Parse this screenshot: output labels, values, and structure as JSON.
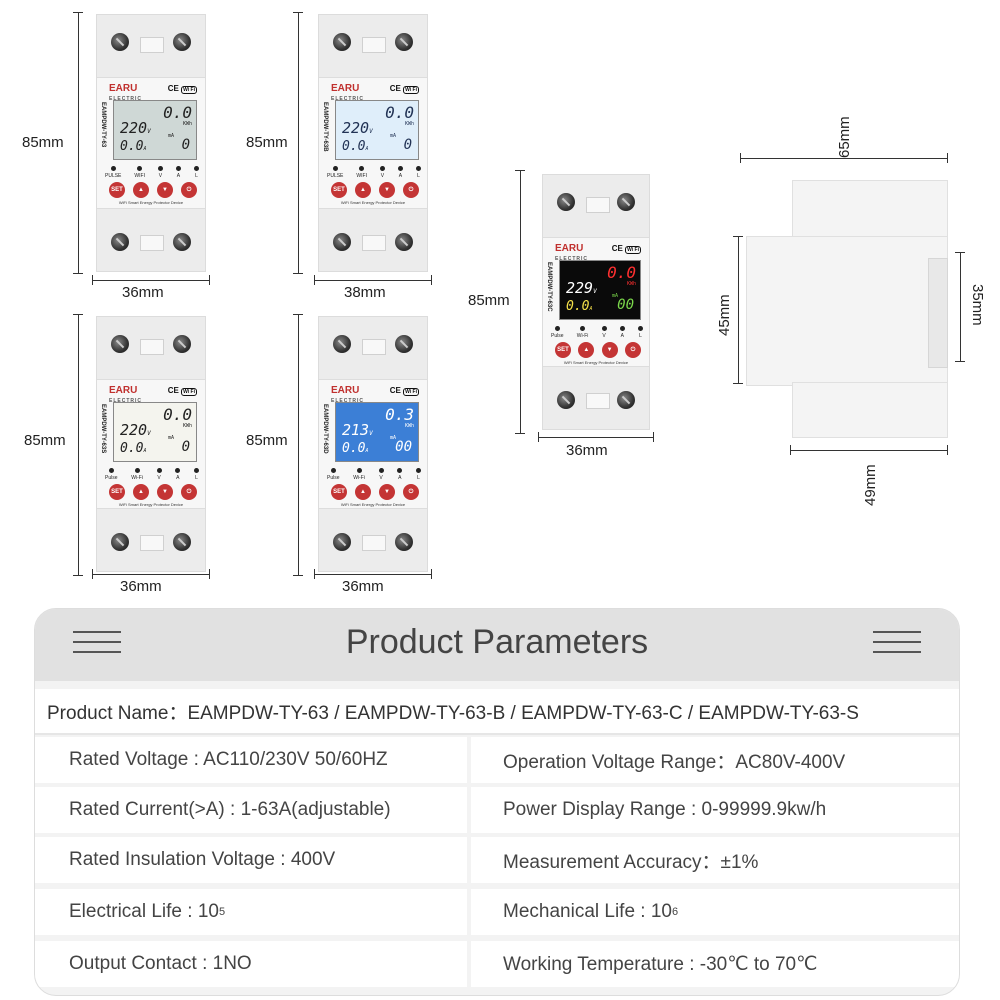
{
  "devices": [
    {
      "id": "d1",
      "model": "EAMPDW-TY-63",
      "lcd_bg": "#cfd8d6",
      "lcd_fg": "#222222",
      "energy": "0.0",
      "energy_unit": "KWh",
      "voltage": "220",
      "current": "0.0",
      "leak": "0",
      "led_labels": [
        "PULSE",
        "WIFI",
        "V",
        "A",
        "L"
      ],
      "height_label": "85mm",
      "width_label": "36mm"
    },
    {
      "id": "d2",
      "model": "EAMPDW-TY-63B",
      "lcd_bg": "#dfeefa",
      "lcd_fg": "#223355",
      "energy": "0.0",
      "energy_unit": "KWh",
      "voltage": "220",
      "current": "0.0",
      "leak": "0",
      "led_labels": [
        "PULSE",
        "WIFI",
        "V",
        "A",
        "L"
      ],
      "height_label": "85mm",
      "width_label": "38mm"
    },
    {
      "id": "d3",
      "model": "EAMPDW-TY-63S",
      "lcd_bg": "#f4f4ee",
      "lcd_fg": "#222222",
      "energy": "0.0",
      "energy_unit": "KWh",
      "voltage": "220",
      "current": "0.0",
      "leak": "0",
      "led_labels": [
        "Pulse",
        "Wi-Fi",
        "V",
        "A",
        "L"
      ],
      "height_label": "85mm",
      "width_label": "36mm"
    },
    {
      "id": "d4",
      "model": "EAMPDW-TY-63D",
      "lcd_bg": "#3c7fd6",
      "lcd_fg": "#ffffff",
      "energy": "0.3",
      "energy_unit": "KWh",
      "voltage": "213",
      "current": "0.0",
      "leak": "00",
      "led_labels": [
        "Pulse",
        "Wi-Fi",
        "V",
        "A",
        "L"
      ],
      "height_label": "85mm",
      "width_label": "36mm"
    },
    {
      "id": "d5",
      "model": "EAMPDW-TY-63C",
      "lcd_bg": "#0a0a0a",
      "lcd_fg": "#ffffff",
      "energy": "0.0",
      "energy_unit": "KWh",
      "voltage": "229",
      "current": "0.0",
      "leak": "00",
      "led_labels": [
        "Pulse",
        "Wi-Fi",
        "V",
        "A",
        "L"
      ],
      "height_label": "85mm",
      "width_label": "36mm"
    }
  ],
  "device_common": {
    "brand": "EARU",
    "brand_sub": "ELECTRIC",
    "cert": "CE",
    "wifi_badge": "Wi Fi",
    "tagline": "WiFi Smart Energy Protector Device",
    "btn_set": "SET",
    "btn_up": "▲",
    "btn_down": "▼",
    "btn_power": "⏻",
    "leak_unit": "mA",
    "volt_unit": "V",
    "amp_unit": "A"
  },
  "side_view": {
    "depth_label": "65mm",
    "left_height_label": "45mm",
    "right_height_label": "35mm",
    "bottom_label": "49mm"
  },
  "params": {
    "title": "Product Parameters",
    "product_name": "Product Name：EAMPDW-TY-63 / EAMPDW-TY-63-B / EAMPDW-TY-63-C / EAMPDW-TY-63-S",
    "rows": [
      {
        "left": "Rated Voltage : AC110/230V  50/60HZ",
        "right": "Operation Voltage Range：AC80V-400V"
      },
      {
        "left": "Rated Current(>A) : 1-63A(adjustable)",
        "right": "Power Display Range : 0-99999.9kw/h"
      },
      {
        "left": "Rated Insulation Voltage : 400V",
        "right": "Measurement Accuracy：±1%"
      },
      {
        "left_prefix": "Electrical Life : 10",
        "left_sup": "5",
        "right_prefix": "Mechanical Life : 10",
        "right_sup": "6"
      },
      {
        "left": "Output Contact : 1NO",
        "right": "Working Temperature : -30℃ to 70℃"
      }
    ]
  }
}
